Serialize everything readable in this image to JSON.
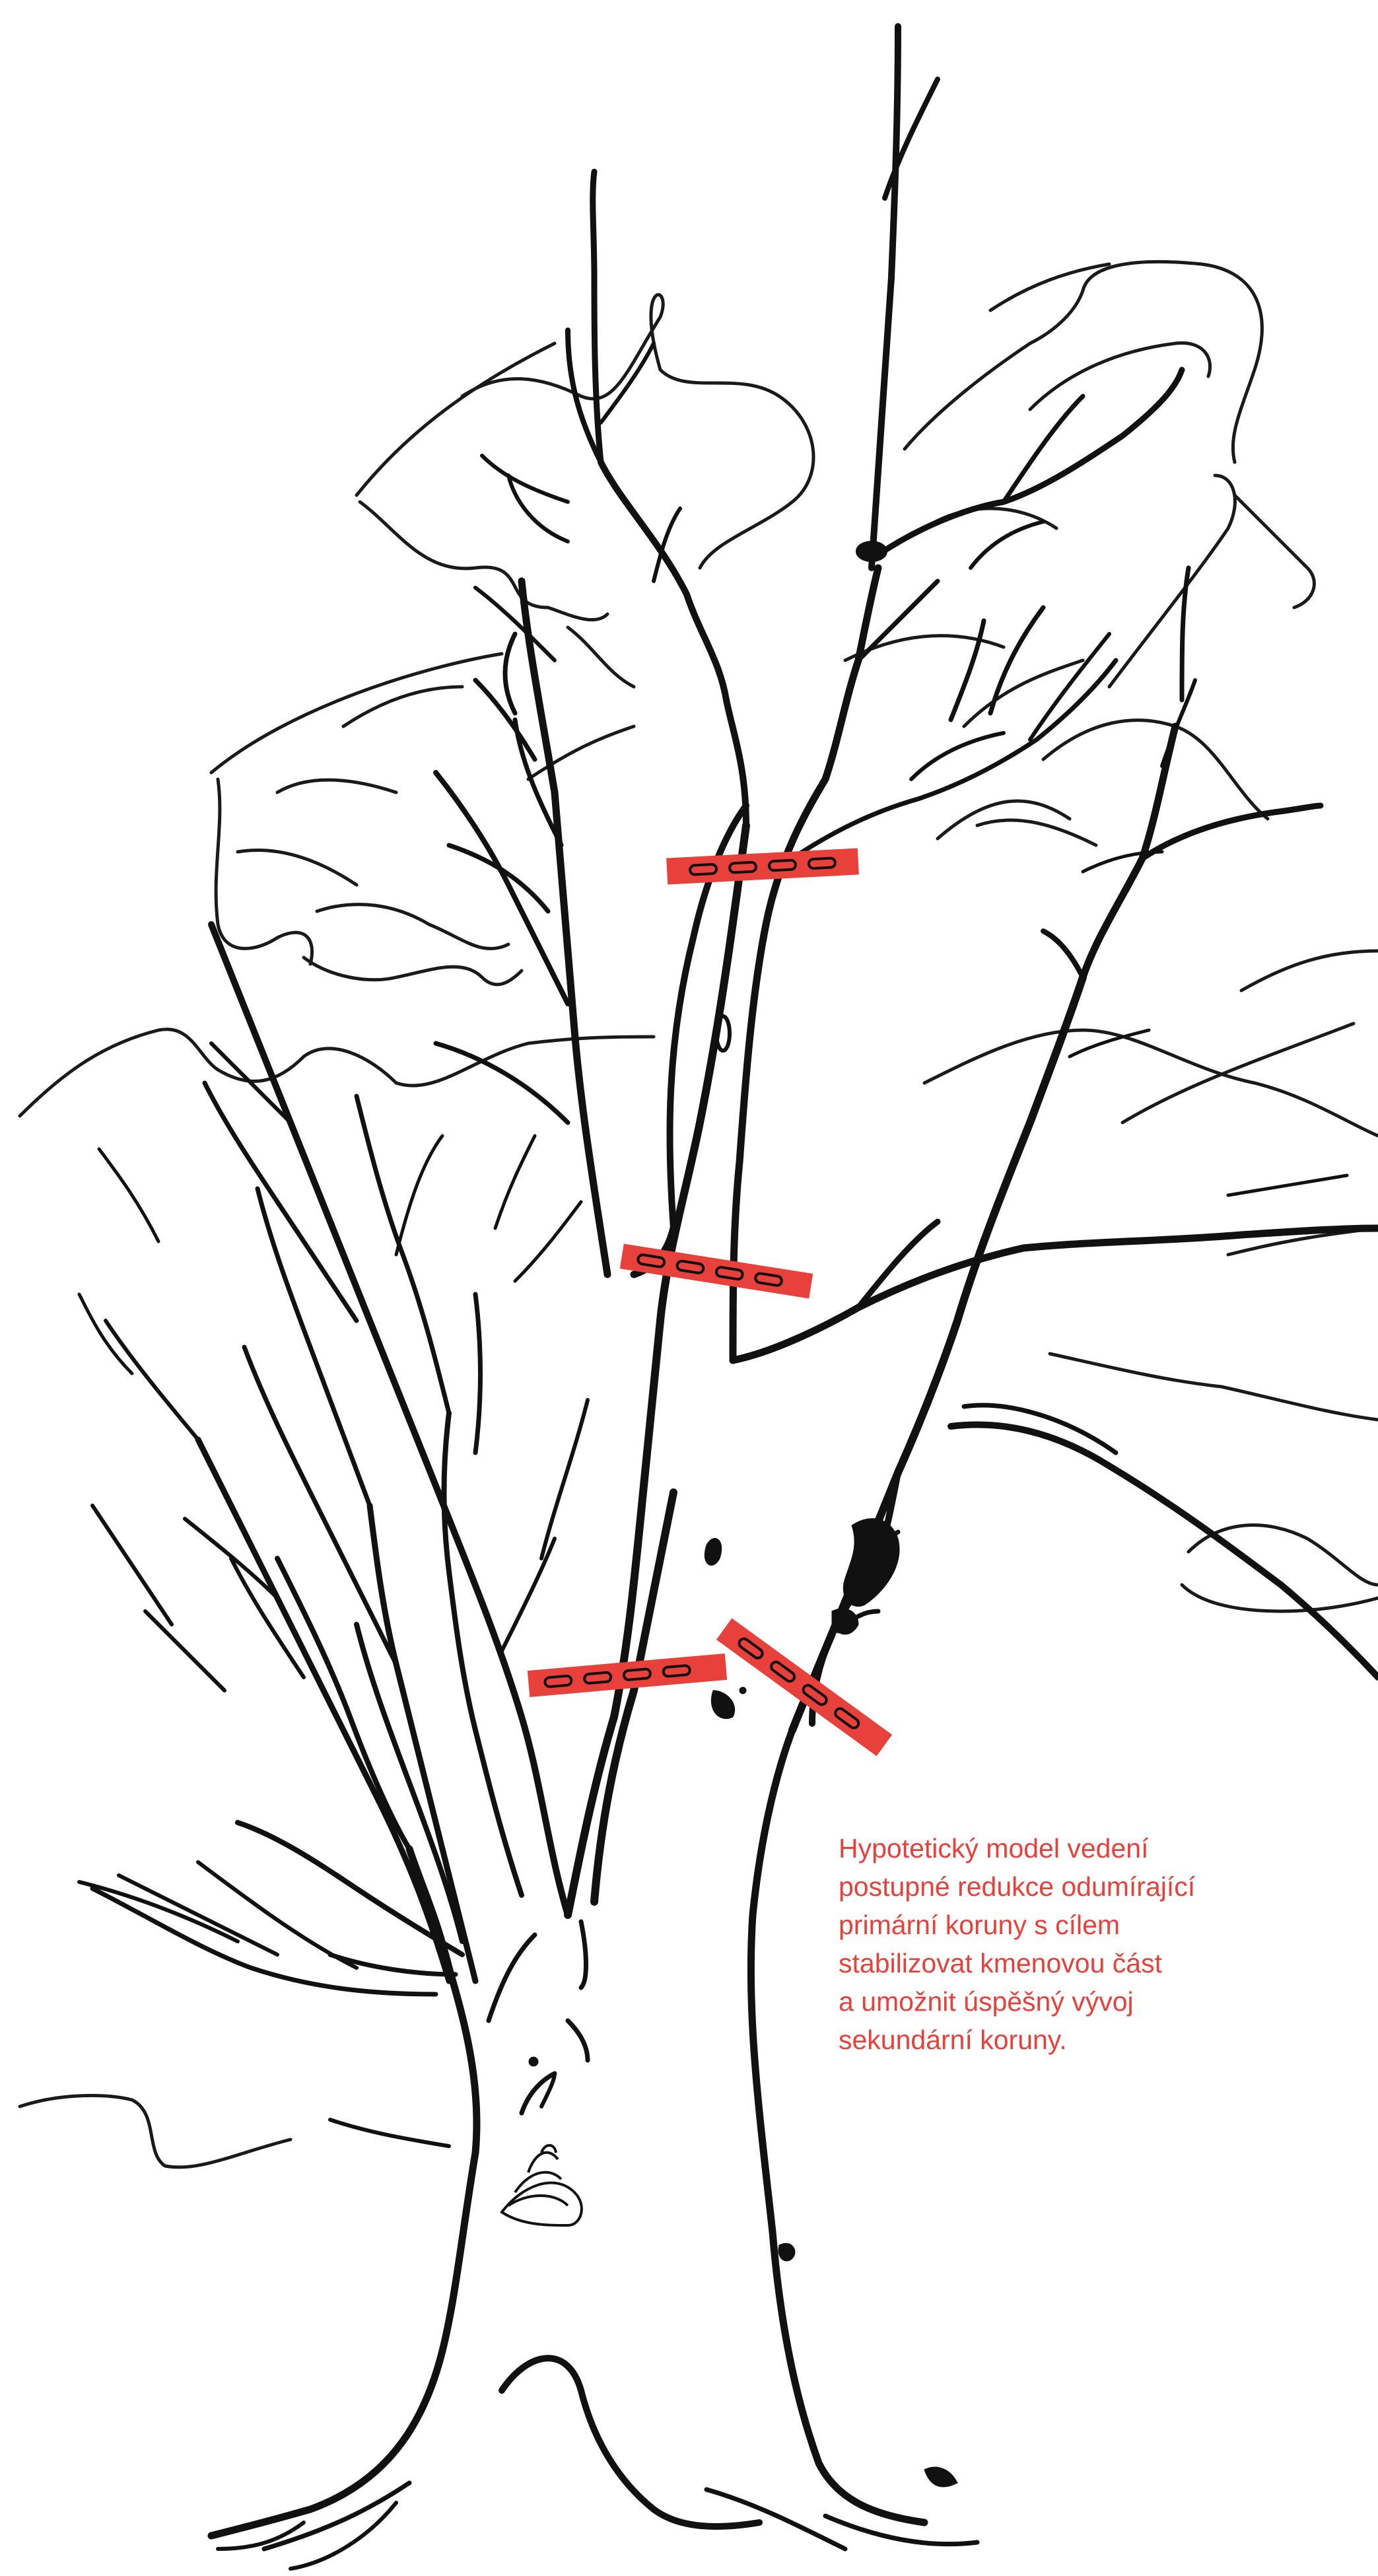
{
  "caption": {
    "lines": [
      "Hypotetický model vedení",
      "postupné redukce odumírající",
      "primární koruny s cílem",
      "stabilizovat kmenovou část",
      "a umožnit úspěšný vývoj",
      "sekundární koruny."
    ]
  },
  "colors": {
    "ink": "#1a1a1a",
    "accent": "#e8403a",
    "background": "#ffffff"
  },
  "illustration": {
    "subject": "tree-line-drawing",
    "cut_markers": 4
  }
}
